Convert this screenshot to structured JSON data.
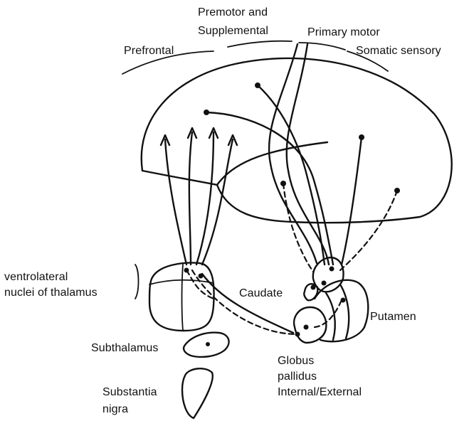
{
  "labels": {
    "premotor_line1": "Premotor and",
    "premotor_line2": "Supplemental",
    "primary_motor": "Primary motor",
    "prefrontal": "Prefrontal",
    "somatic_sensory": "Somatic sensory",
    "thalamus_line1": "ventrolateral",
    "thalamus_line2": "nuclei of thalamus",
    "caudate": "Caudate",
    "putamen": "Putamen",
    "subthalamus": "Subthalamus",
    "globus_line1": "Globus",
    "globus_line2": "pallidus",
    "globus_line3": "Internal/External",
    "nigra_line1": "Substantia",
    "nigra_line2": "nigra"
  }
}
